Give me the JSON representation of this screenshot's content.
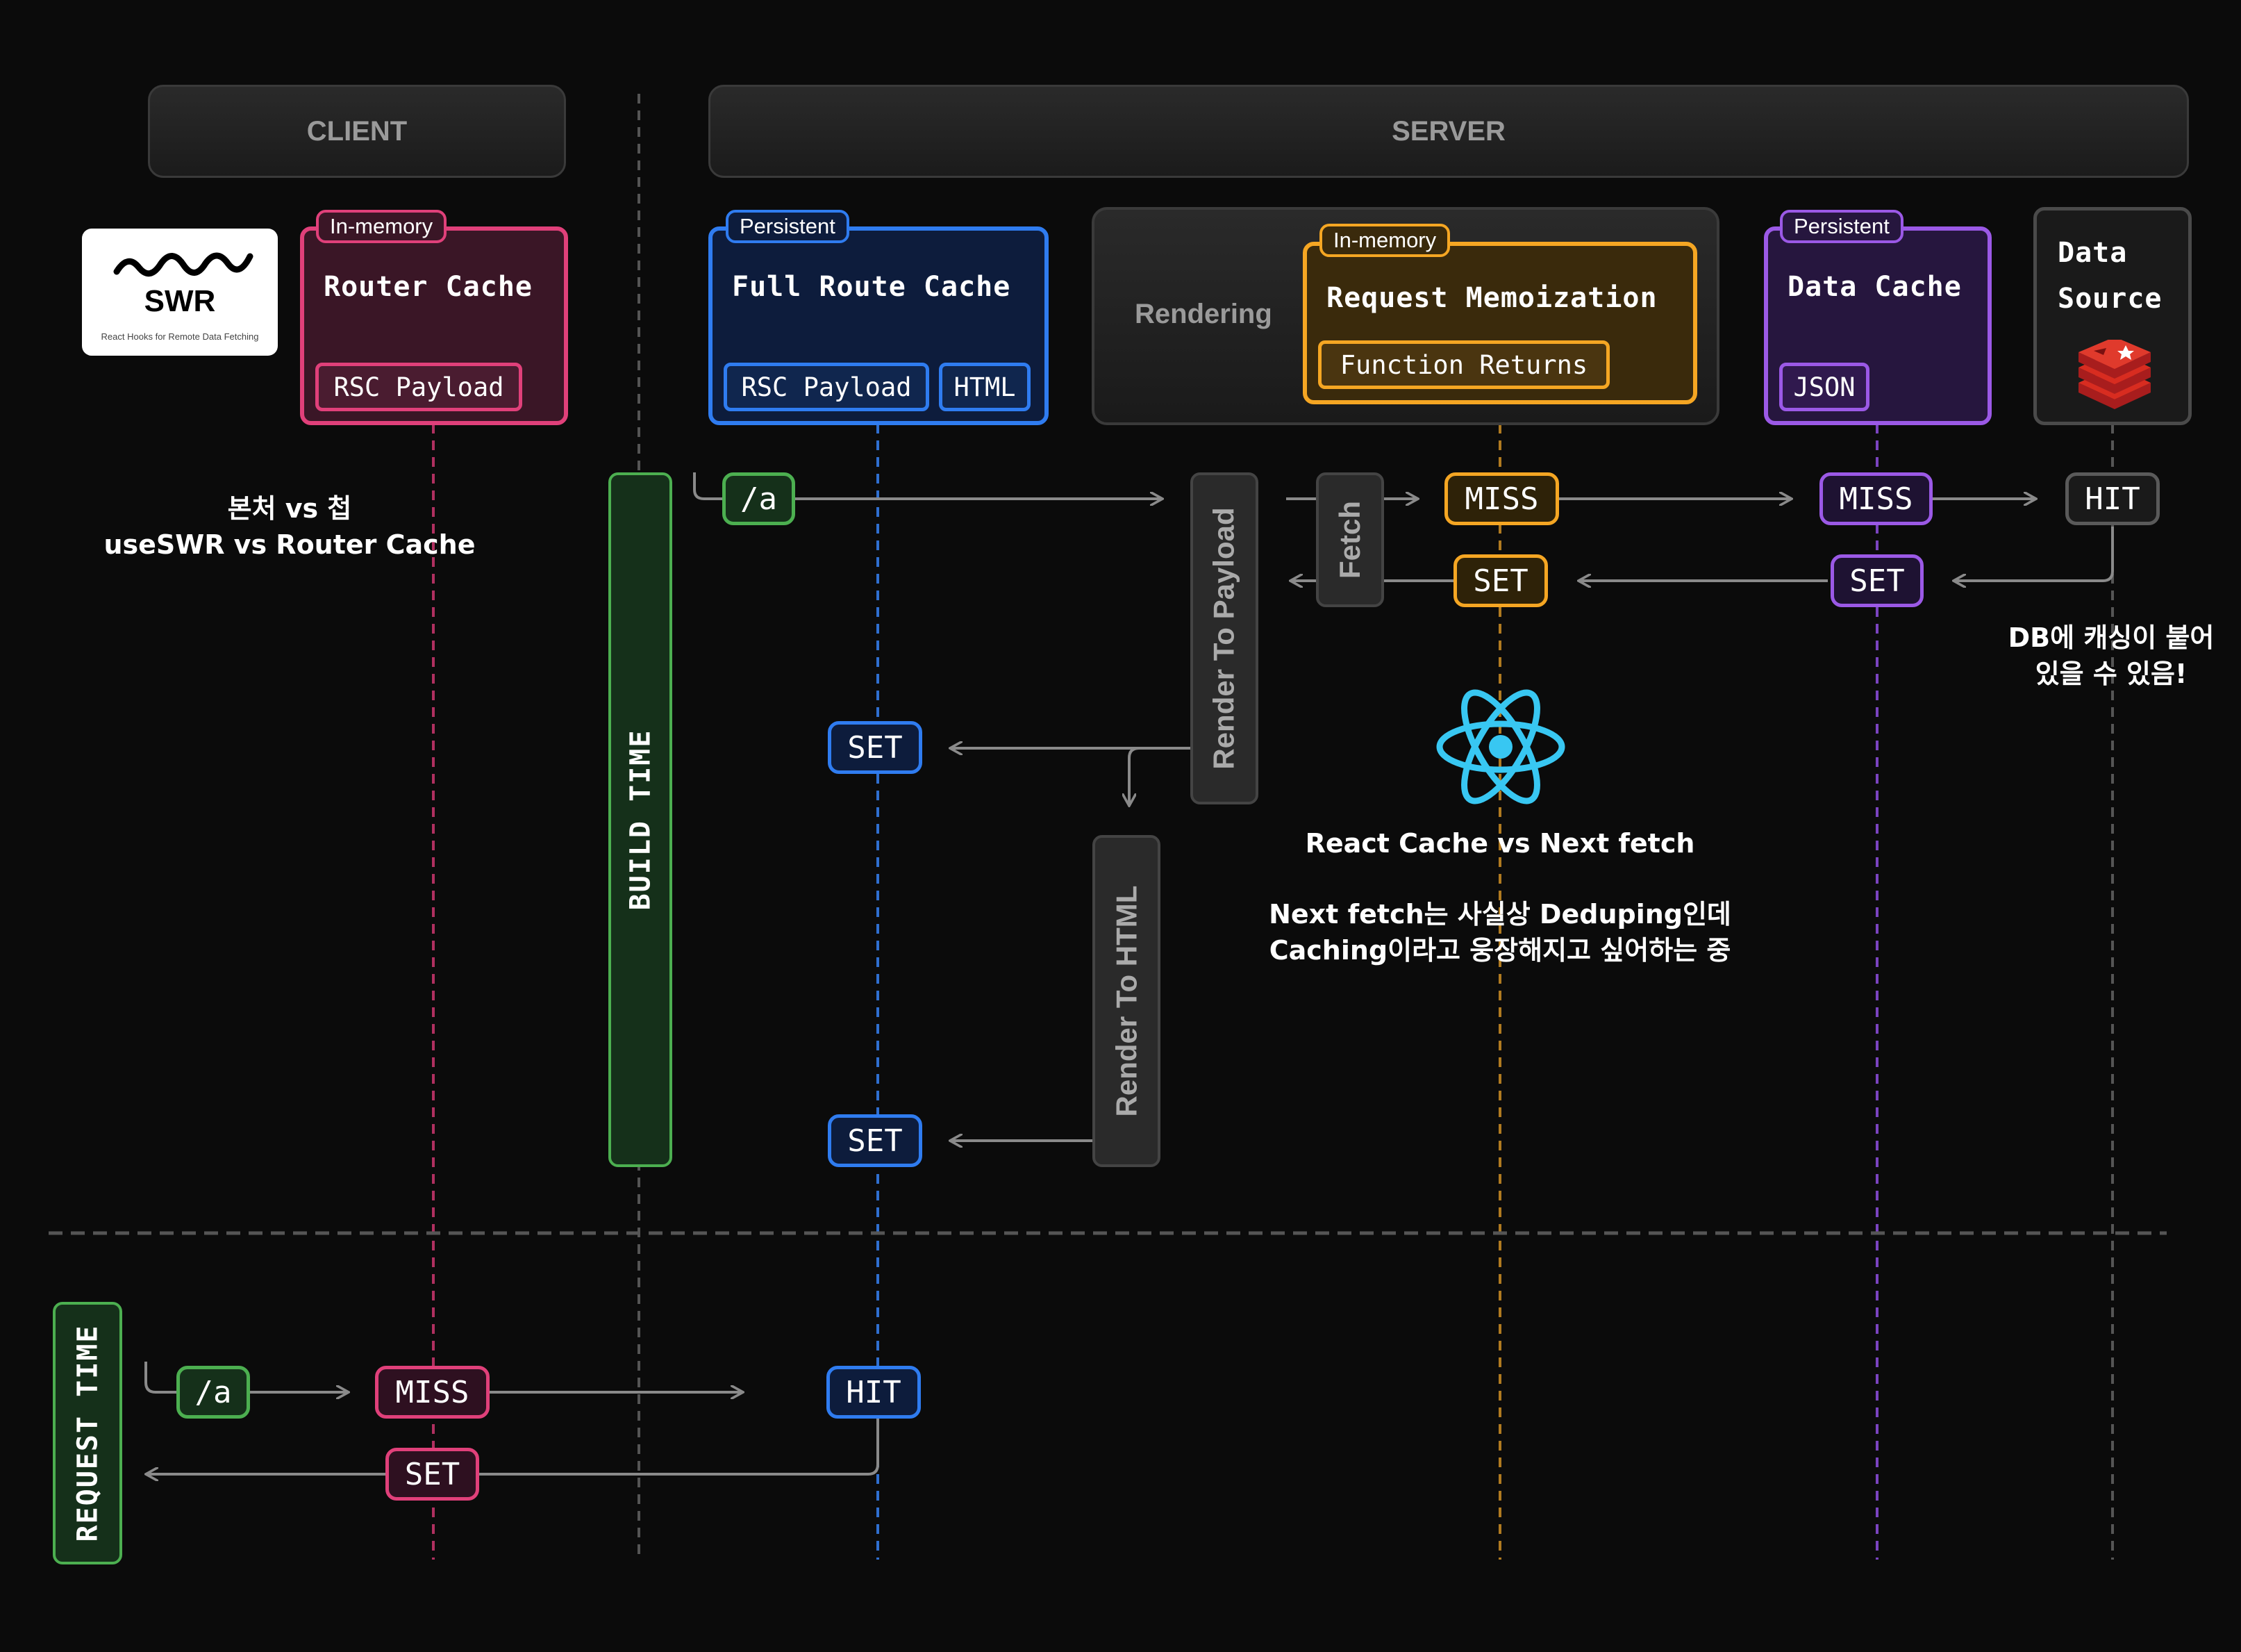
{
  "headers": {
    "client": "CLIENT",
    "server": "SERVER"
  },
  "swr": {
    "name": "SWR",
    "subtitle": "React Hooks for Remote Data Fetching"
  },
  "router_cache": {
    "tag": "In-memory",
    "title": "Router Cache",
    "chip": "RSC Payload"
  },
  "full_route_cache": {
    "tag": "Persistent",
    "title": "Full Route Cache",
    "chips": [
      "RSC Payload",
      "HTML"
    ]
  },
  "rendering": {
    "label": "Rendering",
    "tag": "In-memory",
    "title": "Request Memoization",
    "chip": "Function Returns"
  },
  "data_cache": {
    "tag": "Persistent",
    "title": "Data Cache",
    "chip": "JSON"
  },
  "data_source": {
    "title_line1": "Data",
    "title_line2": "Source",
    "icon": "redis-database-icon"
  },
  "build_time": {
    "label": "BUILD TIME",
    "route": "/a",
    "render_to_payload": "Render To Payload",
    "fetch": "Fetch",
    "render_to_html": "Render To HTML",
    "memo_miss": "MISS",
    "memo_set": "SET",
    "data_miss": "MISS",
    "data_set": "SET",
    "source_hit": "HIT",
    "frc_set_payload": "SET",
    "frc_set_html": "SET"
  },
  "request_time": {
    "label": "REQUEST TIME",
    "route": "/a",
    "router_miss": "MISS",
    "router_set": "SET",
    "frc_hit": "HIT"
  },
  "notes": {
    "client_line1": "본처 vs 첩",
    "client_line2": "useSWR vs Router Cache",
    "react_title": "React Cache vs Next fetch",
    "react_line1": "Next fetch는 사실상 Deduping인데",
    "react_line2": "Caching이라고 웅장해지고 싶어하는 중",
    "db_line1": "DB에 캐싱이 붙어",
    "db_line2": "있을 수 있음!"
  },
  "colors": {
    "pink": "#e0407a",
    "blue": "#2f7cf0",
    "orange": "#f5a623",
    "purple": "#9b59e6",
    "green": "#4caf50",
    "gray": "#8a8a8a"
  }
}
